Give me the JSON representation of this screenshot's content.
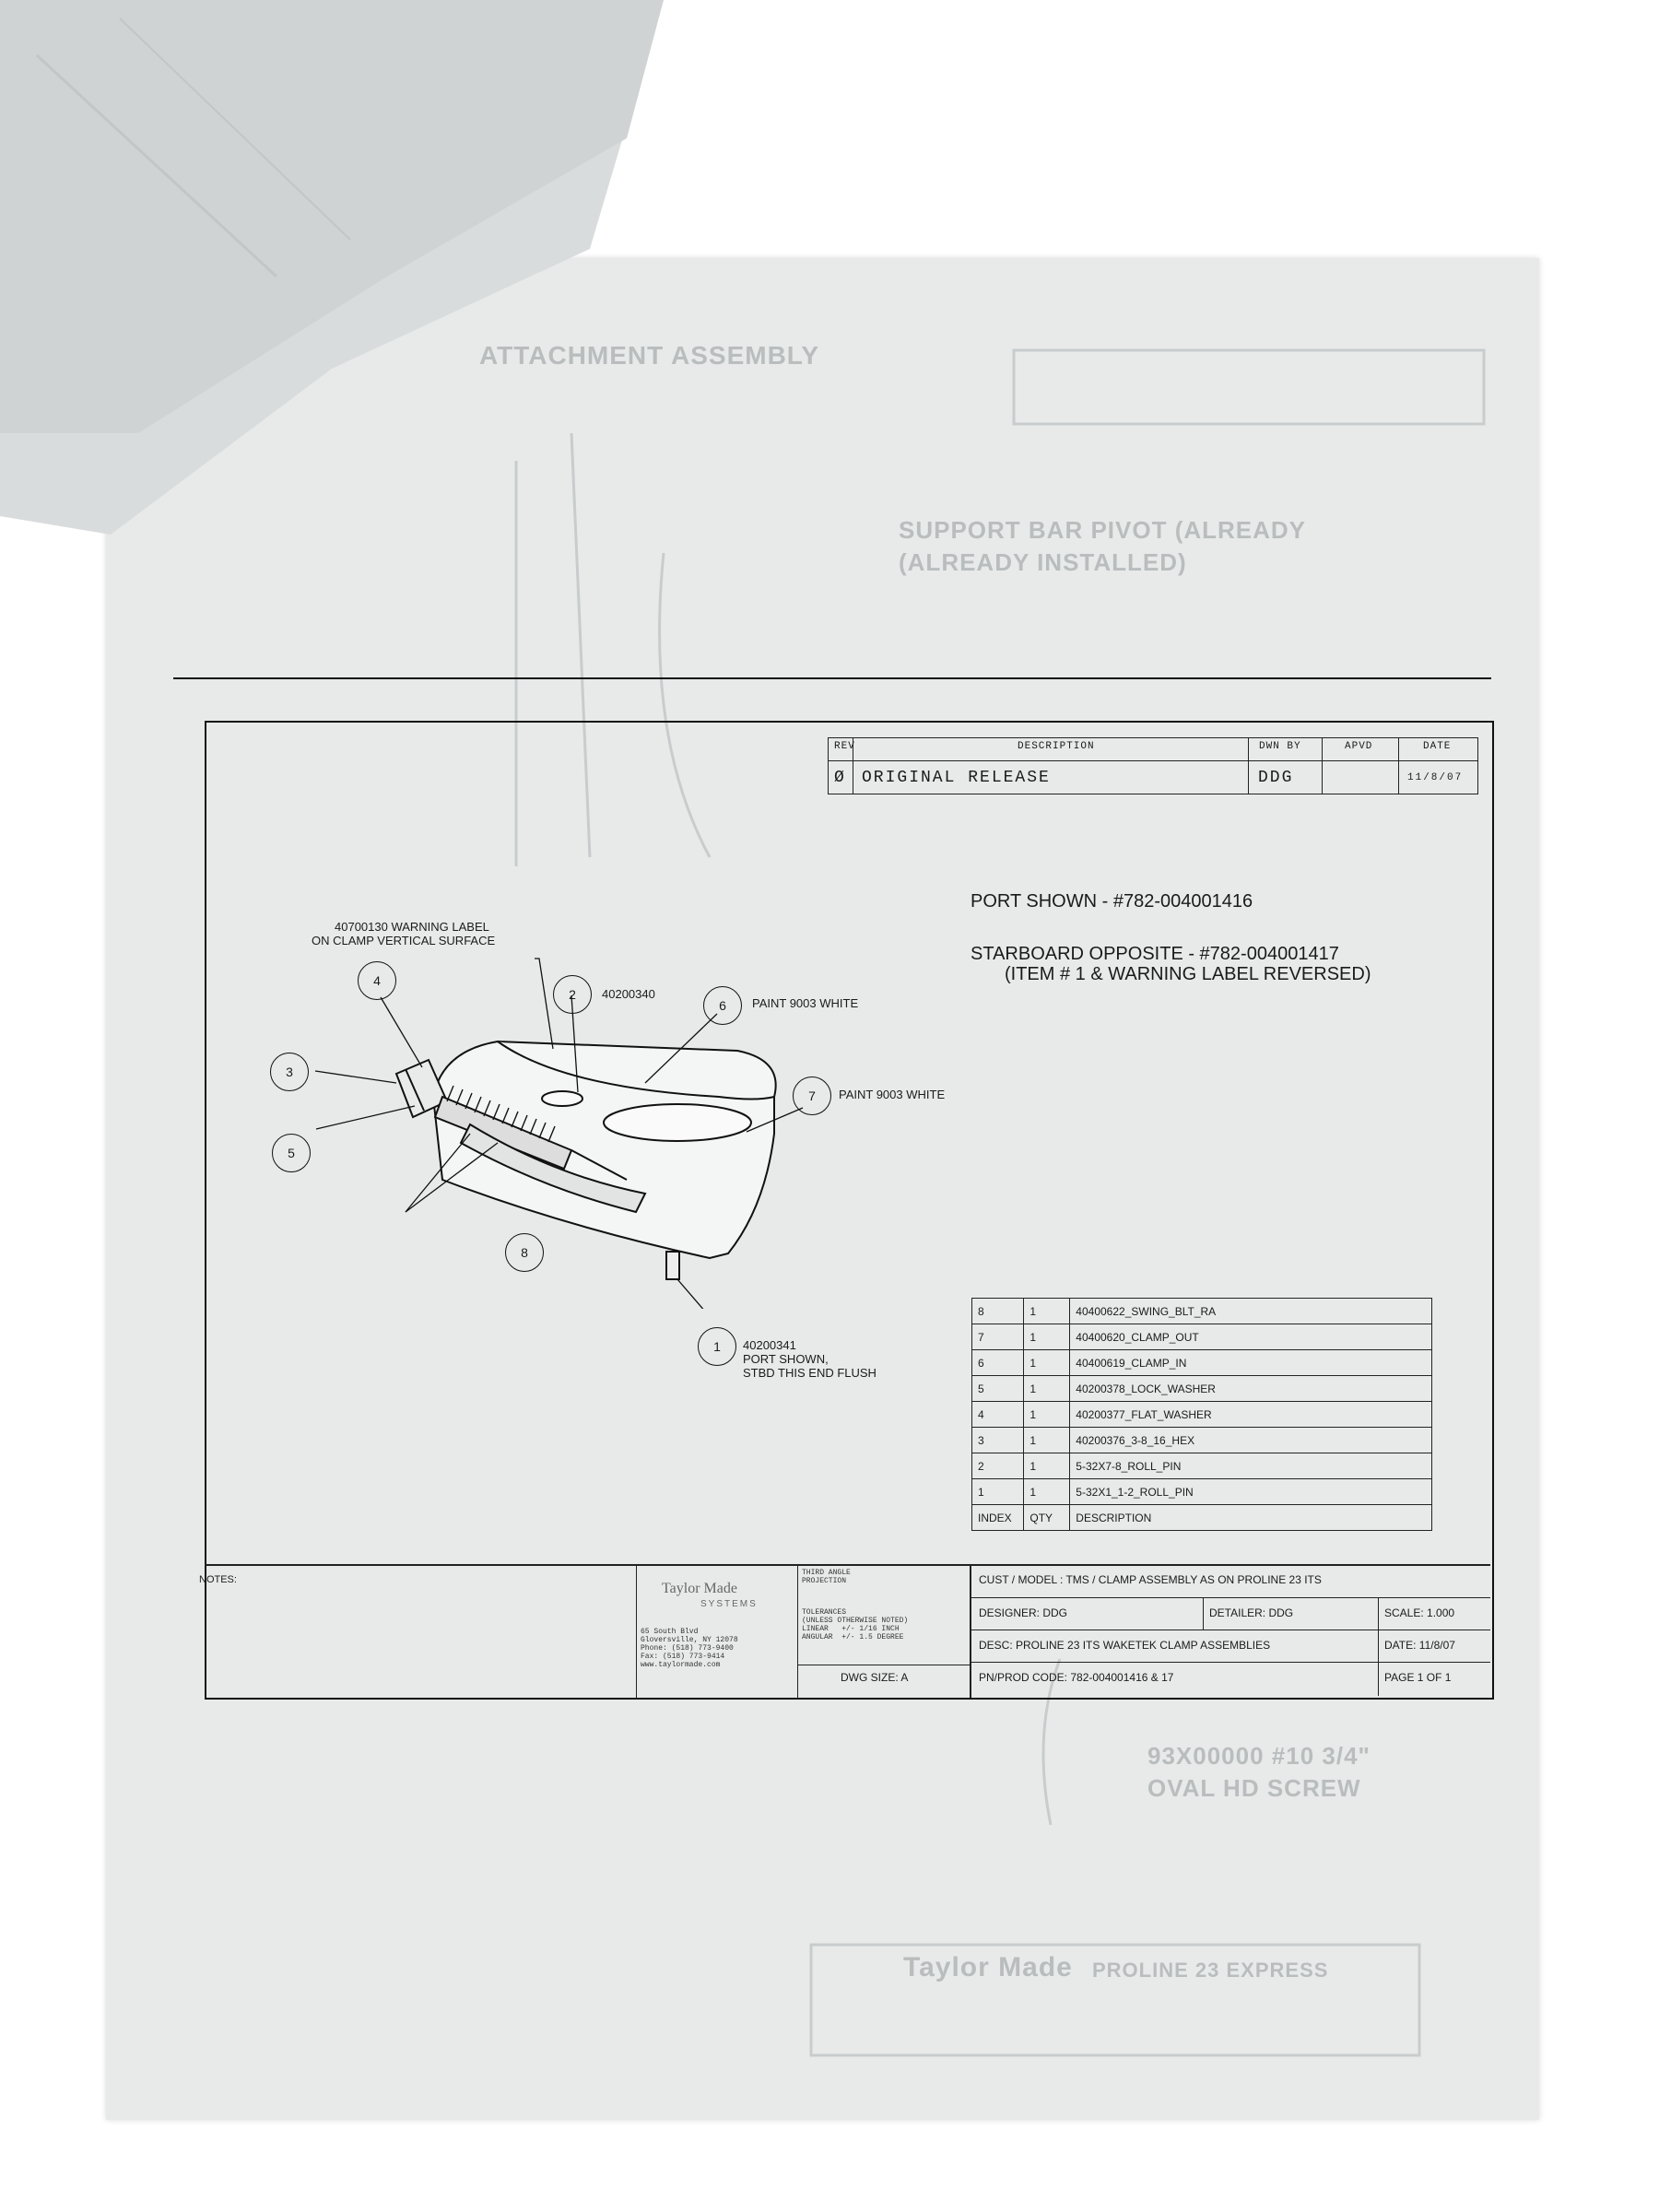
{
  "revision_block": {
    "headers": {
      "rev": "REV",
      "description": "DESCRIPTION",
      "dwn_by": "DWN BY",
      "apvd": "APVD",
      "date": "DATE"
    },
    "row": {
      "rev": "Ø",
      "description": "ORIGINAL RELEASE",
      "dwn_by": "DDG",
      "apvd": "",
      "date": "11/8/07"
    }
  },
  "notes_header": {
    "port_shown": "PORT SHOWN - #782-004001416",
    "starboard_opposite": "STARBOARD OPPOSITE - #782-004001417",
    "item_note": "(ITEM # 1 & WARNING LABEL REVERSED)"
  },
  "callouts": {
    "warning_label_line1": "40700130 WARNING LABEL",
    "warning_label_line2": "ON CLAMP VERTICAL SURFACE",
    "item2_label": "40200340",
    "item6_label": "PAINT 9003 WHITE",
    "item7_label": "PAINT 9003 WHITE",
    "item1_line1": "40200341",
    "item1_line2": "PORT SHOWN,",
    "item1_line3": "STBD THIS END FLUSH",
    "bubbles": [
      "4",
      "2",
      "6",
      "3",
      "7",
      "5",
      "8",
      "1"
    ]
  },
  "bill_of_materials": {
    "headers": {
      "index": "INDEX",
      "qty": "QTY",
      "description": "DESCRIPTION"
    },
    "rows": [
      {
        "index": "8",
        "qty": "1",
        "description": "40400622_SWING_BLT_RA"
      },
      {
        "index": "7",
        "qty": "1",
        "description": "40400620_CLAMP_OUT"
      },
      {
        "index": "6",
        "qty": "1",
        "description": "40400619_CLAMP_IN"
      },
      {
        "index": "5",
        "qty": "1",
        "description": "40200378_LOCK_WASHER"
      },
      {
        "index": "4",
        "qty": "1",
        "description": "40200377_FLAT_WASHER"
      },
      {
        "index": "3",
        "qty": "1",
        "description": "40200376_3-8_16_HEX"
      },
      {
        "index": "2",
        "qty": "1",
        "description": "5-32X7-8_ROLL_PIN"
      },
      {
        "index": "1",
        "qty": "1",
        "description": "5-32X1_1-2_ROLL_PIN"
      }
    ]
  },
  "title_block": {
    "notes_label": "NOTES:",
    "company_name": "Taylor Made",
    "company_sub": "SYSTEMS",
    "address": "65 South Blvd\nGloversville, NY 12078\nPhone: (518) 773-9400\nFax: (518) 773-9414\nwww.taylormade.com",
    "projection": "THIRD ANGLE\nPROJECTION",
    "tolerances": "TOLERANCES\n(UNLESS OTHERWISE NOTED)\nLINEAR   +/- 1/16 INCH\nANGULAR  +/- 1.5 DEGREE",
    "dwg_size": "DWG SIZE: A",
    "cust_model": "CUST / MODEL : TMS / CLAMP ASSEMBLY AS ON PROLINE 23 ITS",
    "designer": "DESIGNER: DDG",
    "detailer": "DETAILER: DDG",
    "scale": "SCALE: 1.000",
    "desc": "DESC: PROLINE 23 ITS WAKETEK CLAMP ASSEMBLIES",
    "date": "DATE: 11/8/07",
    "pn": "PN/PROD CODE: 782-004001416 & 17",
    "page": "PAGE 1 OF 1"
  },
  "bleed_through": {
    "top_title": "ATTACHMENT ASSEMBLY",
    "support_note_1": "SUPPORT BAR PIVOT (ALREADY",
    "support_note_2": "(ALREADY INSTALLED)",
    "screw_note_1": "93X00000 #10 3/4\"",
    "screw_note_2": "OVAL HD SCREW",
    "company_bottom": "Taylor Made",
    "bottom_title": "PROLINE 23 EXPRESS"
  }
}
